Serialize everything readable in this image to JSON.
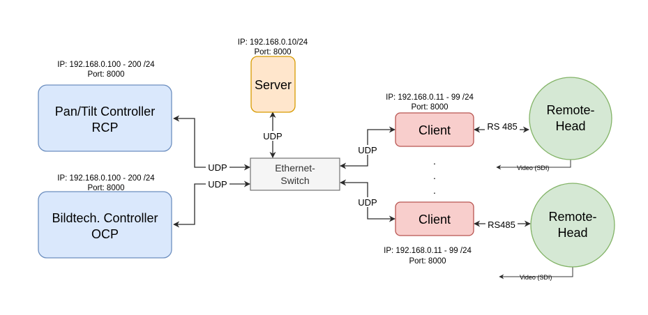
{
  "nodes": {
    "server": {
      "label": "Server",
      "ip": "IP: 192.168.0.10/24",
      "port": "Port: 8000"
    },
    "pan_tilt": {
      "line1": "Pan/Tilt Controller",
      "line2": "RCP",
      "ip": "IP: 192.168.0.100 - 200 /24",
      "port": "Port: 8000"
    },
    "bildtech": {
      "line1": "Bildtech. Controller",
      "line2": "OCP",
      "ip": "IP: 192.168.0.100 - 200 /24",
      "port": "Port: 8000"
    },
    "switch": {
      "line1": "Ethernet-",
      "line2": "Switch"
    },
    "client_top": {
      "label": "Client",
      "ip": "IP: 192.168.0.11 - 99 /24",
      "port": "Port: 8000"
    },
    "client_bottom": {
      "label": "Client",
      "ip": "IP: 192.168.0.11 - 99 /24",
      "port": "Port: 8000"
    },
    "head_top": {
      "line1": "Remote-",
      "line2": "Head"
    },
    "head_bottom": {
      "line1": "Remote-",
      "line2": "Head"
    }
  },
  "edges": {
    "udp_server": "UDP",
    "udp_pantilt": "UDP",
    "udp_bildtech": "UDP",
    "udp_client_top": "UDP",
    "udp_client_bottom": "UDP",
    "rs_top": "RS 485",
    "rs_bottom": "RS485",
    "video_top": "Video (SDI)",
    "video_bottom": "Video (SDI)"
  },
  "ellipsis": ".",
  "colors": {
    "blue_fill": "#dae8fc",
    "blue_stroke": "#6c8ebf",
    "orange_fill": "#ffe6cc",
    "orange_stroke": "#d79b00",
    "red_fill": "#f8cecc",
    "red_stroke": "#b85450",
    "green_fill": "#d5e8d4",
    "green_stroke": "#82b366",
    "gray_fill": "#f5f5f5",
    "gray_stroke": "#666666"
  }
}
